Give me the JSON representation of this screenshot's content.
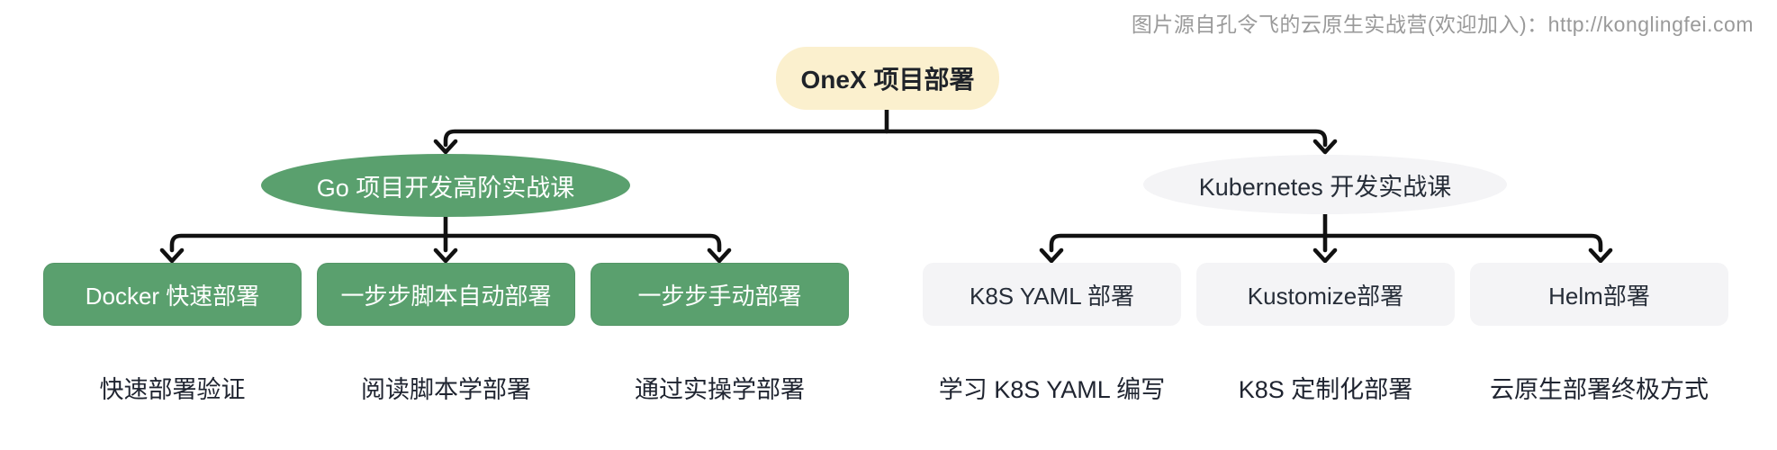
{
  "watermark": "图片源自孔令飞的云原生实战营(欢迎加入)：http://konglingfei.com",
  "root": {
    "label": "OneX 项目部署"
  },
  "branches": [
    {
      "label": "Go 项目开发高阶实战课",
      "children": [
        {
          "label": "Docker 快速部署",
          "caption": "快速部署验证"
        },
        {
          "label": "一步步脚本自动部署",
          "caption": "阅读脚本学部署"
        },
        {
          "label": "一步步手动部署",
          "caption": "通过实操学部署"
        }
      ]
    },
    {
      "label": "Kubernetes 开发实战课",
      "children": [
        {
          "label": "K8S YAML 部署",
          "caption": "学习 K8S YAML 编写"
        },
        {
          "label": "Kustomize部署",
          "caption": "K8S 定制化部署"
        },
        {
          "label": "Helm部署",
          "caption": "云原生部署终极方式"
        }
      ]
    }
  ],
  "colors": {
    "accent_green": "#5aa06e",
    "root_bg": "#fbf0ce",
    "neutral_bg": "#f4f4f6",
    "arrow": "#111111",
    "text_dark": "#1f2430",
    "watermark_text": "#9a9a9a"
  }
}
